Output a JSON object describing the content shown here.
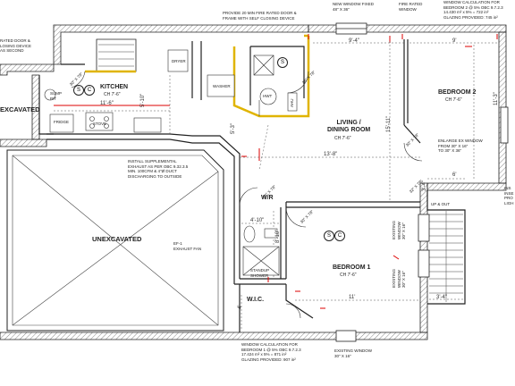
{
  "notes": {
    "top_left": "RATED DOOR &\nLOSING DEVICE\nAS SECOND",
    "fire_door": "PROVIDE 20 MIN FIRE RATED DOOR &\nFRAME WITH SELF CLOSING DEVICE",
    "new_window": "NEW WINDOW FIXED\n48\" X 36\"",
    "fire_window": "FIRE RATED\nWINDOW",
    "window_calc_top": "WINDOW CALCULATION FOR\nBEDROOM 2 @ 5% OBC 9.7.2.3\n14.430 m² x 5% = 722 in²\nGLAZING PROVIDED: 745 in²",
    "supplemental_exhaust": "INSTALL SUPPLEMENTAL\nEXHAUST AS PER OBC 9.32.3.5\nMIN. 100CFM & 4\"Ø DUCT\nDISCHARGING TO OUTSIDE",
    "ef": "EF-1\nEXHAUST FAN",
    "enlarge_window": "ENLARGE EX WINDOW\nFROM 30\" X 16\"\nTO 30\" X 36\"",
    "window_calc_bottom": "WINDOW CALCULATION FOR\nBEDROOM 1 @ 5% OBC 9.7.2.3\n17.424 m² x 5% = 871 in²\nGLAZING PROVIDED: 907 in²",
    "existing_window_bottom": "EXISTING WINDOW\n30\" X 16\"",
    "right_edge": "INS\nINSE\nPRO\nLIGH",
    "existing_window_v1": "EXISTING\nWINDOW\n30\" X 16\"",
    "existing_window_v2": "EXISTING\nWINDOW\n30\" X 16\"",
    "up_out": "UP & OUT"
  },
  "rooms": {
    "kitchen": {
      "name": "KITCHEN",
      "ch": "CH 7'-6\""
    },
    "living": {
      "name": "LIVING /\nDINING ROOM",
      "ch": "CH 7'-6\""
    },
    "bedroom2": {
      "name": "BEDROOM 2",
      "ch": "CH 7'-6\""
    },
    "bedroom1": {
      "name": "BEDROOM 1",
      "ch": "CH 7'-6\""
    },
    "wr": {
      "name": "W/R"
    },
    "wic": {
      "name": "W.I.C."
    },
    "unexcavated": {
      "name": "UNEXCAVATED"
    },
    "excavated": {
      "name": "EXCAVATED"
    }
  },
  "fixtures": {
    "sump": "SUMP\nPIT",
    "fridge": "FRIDGE",
    "stove": "STOVE",
    "dryer": "DRYER",
    "washer": "WASHER",
    "hwt": "HWT",
    "shower": "STANDUP\nSHOWER",
    "ahu": "AHU"
  },
  "dimensions": {
    "d11_6": "11'-6\"",
    "d5_10": "5'-10\"",
    "d9_4": "9'-4\"",
    "d9": "9'",
    "d11_3": "11'-3\"",
    "d15_11": "15'-11\"",
    "d13_8": "13'-8\"",
    "d5_3": "5'-3\"",
    "d4_10": "4'-10\"",
    "d8_10": "8'-10\"",
    "d11": "11'",
    "d3_4": "3'-4\"",
    "d3_4b": "3'-4\"",
    "d6": "6'",
    "d4": "4'"
  },
  "door_tags": {
    "kitchen": "30\" X 78\"",
    "laundry": "32\" X 78\"",
    "living": "34\" X 78\"",
    "bed2": "30\" X 78\"",
    "wr": "24\" X 78\"",
    "bed1": "30\" X 78\"",
    "stair": "32\" X 78\""
  },
  "symbols": {
    "smoke": "S",
    "co": "C"
  }
}
